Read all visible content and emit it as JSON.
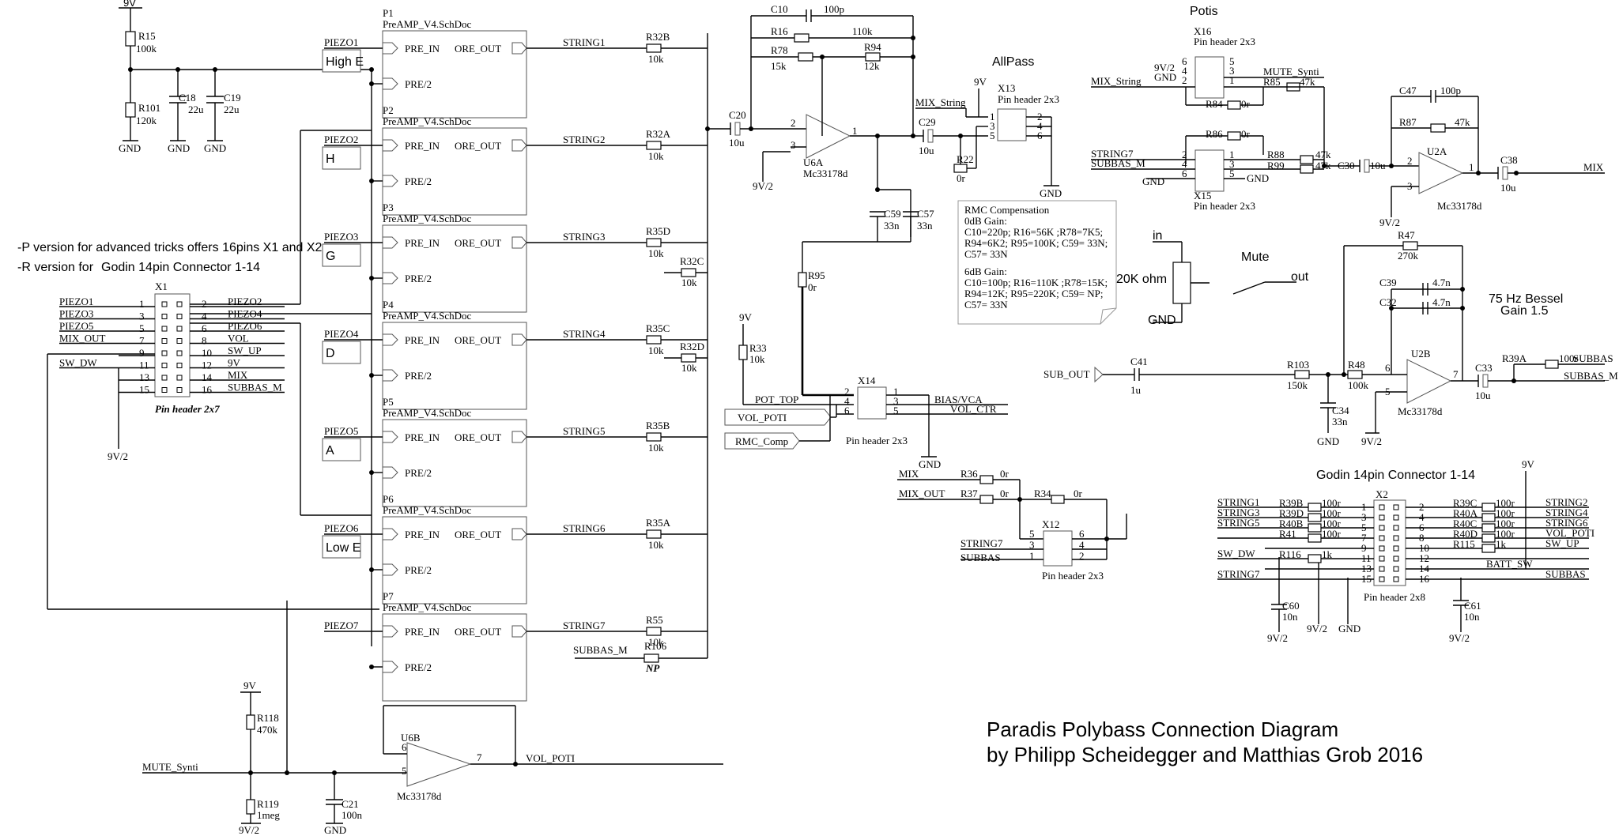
{
  "supply": {
    "v9": "9V",
    "v9half": "9V/2",
    "gnd": "GND"
  },
  "left_bias": {
    "r15": "R15",
    "r15v": "100k",
    "r101": "R101",
    "r101v": "120k",
    "c18": "C18",
    "c18v": "22u",
    "c19": "C19",
    "c19v": "22u"
  },
  "preamp_block": {
    "sheet": "PreAMP_V4.SchDoc",
    "pre_in": "PRE_IN",
    "ore_out": "ORE_OUT",
    "pre2": "PRE/2"
  },
  "channels": [
    {
      "p": "P1",
      "piezo": "PIEZO1",
      "tag": "High E",
      "string": "STRING1",
      "r": "R32B",
      "rv": "10k"
    },
    {
      "p": "P2",
      "piezo": "PIEZO2",
      "tag": "H",
      "string": "STRING2",
      "r": "R32A",
      "rv": "10k"
    },
    {
      "p": "P3",
      "piezo": "PIEZO3",
      "tag": "G",
      "string": "STRING3",
      "r": "R35D",
      "rv": "10k"
    },
    {
      "p": "P4",
      "piezo": "PIEZO4",
      "tag": "D",
      "string": "STRING4",
      "r": "R35C",
      "rv": "10k"
    },
    {
      "p": "P5",
      "piezo": "PIEZO5",
      "tag": "A",
      "string": "STRING5",
      "r": "R35B",
      "rv": "10k"
    },
    {
      "p": "P6",
      "piezo": "PIEZO6",
      "tag": "Low E",
      "string": "STRING6",
      "r": "R35A",
      "rv": "10k"
    },
    {
      "p": "P7",
      "piezo": "PIEZO7",
      "tag": "",
      "string": "STRING7",
      "r": "R55",
      "rv": "10k"
    }
  ],
  "extra_res": {
    "r32c": "R32C",
    "r32d": "R32D",
    "rv": "10k",
    "subbas_m": "SUBBAS_M",
    "r106": "R106",
    "np": "NP"
  },
  "notes": {
    "line1": "-P version for advanced tricks offers 16pins X1 and X2",
    "line2a": "-R version for ",
    "line2b": "Godin 14pin Connector 1-14"
  },
  "x1": {
    "name": "X1",
    "caption": "Pin header 2x7",
    "left": [
      {
        "net": "PIEZO1",
        "pin": "1"
      },
      {
        "net": "PIEZO3",
        "pin": "3"
      },
      {
        "net": "PIEZO5",
        "pin": "5"
      },
      {
        "net": "MIX_OUT",
        "pin": "7"
      },
      {
        "net": "",
        "pin": "9"
      },
      {
        "net": "SW_DW",
        "pin": "11"
      },
      {
        "net": "",
        "pin": "13"
      },
      {
        "net": "",
        "pin": "15"
      }
    ],
    "right": [
      {
        "net": "PIEZO2",
        "pin": "2"
      },
      {
        "net": "PIEZO4",
        "pin": "4"
      },
      {
        "net": "PIEZO6",
        "pin": "6"
      },
      {
        "net": "VOL",
        "pin": "8"
      },
      {
        "net": "SW_UP",
        "pin": "10"
      },
      {
        "net": "9V",
        "pin": "12"
      },
      {
        "net": "MIX",
        "pin": "14"
      },
      {
        "net": "SUBBAS_M",
        "pin": "16"
      }
    ],
    "gnd_label": "9V/2"
  },
  "u6a": {
    "name": "U6A",
    "part": "Mc33178d",
    "pin_plus": "3",
    "pin_minus": "2",
    "pin_out": "1",
    "c10": "C10",
    "c10v": "100p",
    "r16": "R16",
    "r16v": "110k",
    "r78": "R78",
    "r78v": "15k",
    "r94": "R94",
    "r94v": "12k",
    "c20": "C20",
    "c20v": "10u",
    "c59": "C59",
    "c59v": "33n",
    "c57": "C57",
    "c57v": "33n",
    "r95": "R95",
    "r95v": "0r"
  },
  "allpass": {
    "title": "AllPass",
    "x13": "X13",
    "x13cap": "Pin header 2x3",
    "mix_string": "MIX_String",
    "c29": "C29",
    "c29v": "10u",
    "r22": "R22",
    "r22v": "0r"
  },
  "rmc": {
    "title": "RMC Compensation",
    "g0": "0dB Gain:",
    "g0a": "C10=220p; R16=56K ;R78=7K5;",
    "g0b": "R94=6K2; R95=100K; C59= 33N;",
    "g0c": "C57= 33N",
    "g6": "6dB Gain:",
    "g6a": "C10=100p; R16=110K ;R78=15K;",
    "g6b": "R94=12K; R95=220K; C59= NP;",
    "g6c": "C57= 33N"
  },
  "x14": {
    "name": "X14",
    "caption": "Pin header 2x3",
    "r33": "R33",
    "r33v": "10k",
    "pot_top": "POT_TOP",
    "vol_poti": "VOL_POTI",
    "rmc_comp": "RMC_Comp",
    "bias_vca": "BIAS/VCA",
    "vol_ctr": "VOL_CTR"
  },
  "potis": {
    "title": "Potis",
    "x16": "X16",
    "x16cap": "Pin header 2x3",
    "mute_synti": "MUTE_Synti",
    "r85": "R85",
    "r85v": "47k",
    "r84": "R84",
    "r84v": "0r",
    "mix_string": "MIX_String",
    "x15": "X15",
    "x15cap": "Pin header 2x3",
    "r86": "R86",
    "r86v": "0r",
    "string7": "STRING7",
    "subbas_m": "SUBBAS_M",
    "r88": "R88",
    "r88v": "47k",
    "r99": "R99",
    "r99v": "47k"
  },
  "u2a": {
    "name": "U2A",
    "part": "Mc33178d",
    "c47": "C47",
    "c47v": "100p",
    "r87": "R87",
    "r87v": "47k",
    "c30": "C30",
    "c30v": "10u",
    "c38": "C38",
    "c38v": "10u",
    "out": "MIX"
  },
  "mute": {
    "in": "in",
    "out": "out",
    "ohm": "20K ohm",
    "title": "Mute",
    "gnd": "GND"
  },
  "bessel": {
    "title1": "75 Hz Bessel",
    "title2": "Gain 1.5",
    "sub_out": "SUB_OUT",
    "c41": "C41",
    "c41v": "1u",
    "r103": "R103",
    "r103v": "150k",
    "r48": "R48",
    "r48v": "100k",
    "c34": "C34",
    "c34v": "33n",
    "r47": "R47",
    "r47v": "270k",
    "c39": "C39",
    "c39v": "4.7n",
    "c32": "C32",
    "c32v": "4.7n",
    "u2b": "U2B",
    "part": "Mc33178d",
    "c33": "C33",
    "c33v": "10u",
    "r39a": "R39A",
    "r39av": "100r",
    "subbas": "SUBBAS",
    "subbas_m": "SUBBAS_M"
  },
  "x12": {
    "mix": "MIX",
    "mix_out": "MIX_OUT",
    "r36": "R36",
    "r36v": "0r",
    "r37": "R37",
    "r37v": "0r",
    "r34": "R34",
    "r34v": "0r",
    "name": "X12",
    "caption": "Pin header 2x3",
    "string7": "STRING7",
    "subbas": "SUBBAS"
  },
  "x2": {
    "title": "Godin 14pin Connector 1-14",
    "name": "X2",
    "caption": "Pin header 2x8",
    "left": [
      {
        "net": "STRING1",
        "r": "R39B",
        "rv": "100r",
        "pin": "1"
      },
      {
        "net": "STRING3",
        "r": "R39D",
        "rv": "100r",
        "pin": "3"
      },
      {
        "net": "STRING5",
        "r": "R40B",
        "rv": "100r",
        "pin": "5"
      },
      {
        "net": "",
        "r": "R41",
        "rv": "100r",
        "pin": "7"
      },
      {
        "net": "",
        "r": "",
        "rv": "",
        "pin": "9"
      },
      {
        "net": "SW_DW",
        "r": "R116",
        "rv": "1k",
        "pin": "11"
      },
      {
        "net": "",
        "r": "",
        "rv": "",
        "pin": "13"
      },
      {
        "net": "STRING7",
        "r": "",
        "rv": "",
        "pin": "15"
      }
    ],
    "right": [
      {
        "net": "STRING2",
        "r": "R39C",
        "rv": "100r",
        "pin": "2"
      },
      {
        "net": "STRING4",
        "r": "R40A",
        "rv": "100r",
        "pin": "4"
      },
      {
        "net": "STRING6",
        "r": "R40C",
        "rv": "100r",
        "pin": "6"
      },
      {
        "net": "VOL_POTI",
        "r": "R40D",
        "rv": "100r",
        "pin": "8"
      },
      {
        "net": "SW_UP",
        "r": "R115",
        "rv": "1k",
        "pin": "10"
      },
      {
        "net": "",
        "r": "",
        "rv": "",
        "pin": "12"
      },
      {
        "net": "BATT_SW",
        "r": "",
        "rv": "",
        "pin": "14"
      },
      {
        "net": "SUBBAS",
        "r": "",
        "rv": "",
        "pin": "16"
      }
    ],
    "c60": "C60",
    "c60v": "10n",
    "c61": "C61",
    "c61v": "10n"
  },
  "u6b": {
    "name": "U6B",
    "part": "Mc33178d",
    "pin_minus": "6",
    "pin_plus": "5",
    "pin_out": "7",
    "vol_poti": "VOL_POTI",
    "mute_synti": "MUTE_Synti",
    "r118": "R118",
    "r118v": "470k",
    "r119": "R119",
    "r119v": "1meg",
    "c21": "C21",
    "c21v": "100n"
  },
  "title": {
    "line1": "Paradis Polybass Connection Diagram",
    "line2": "by Philipp Scheidegger and Matthias Grob 2016"
  }
}
